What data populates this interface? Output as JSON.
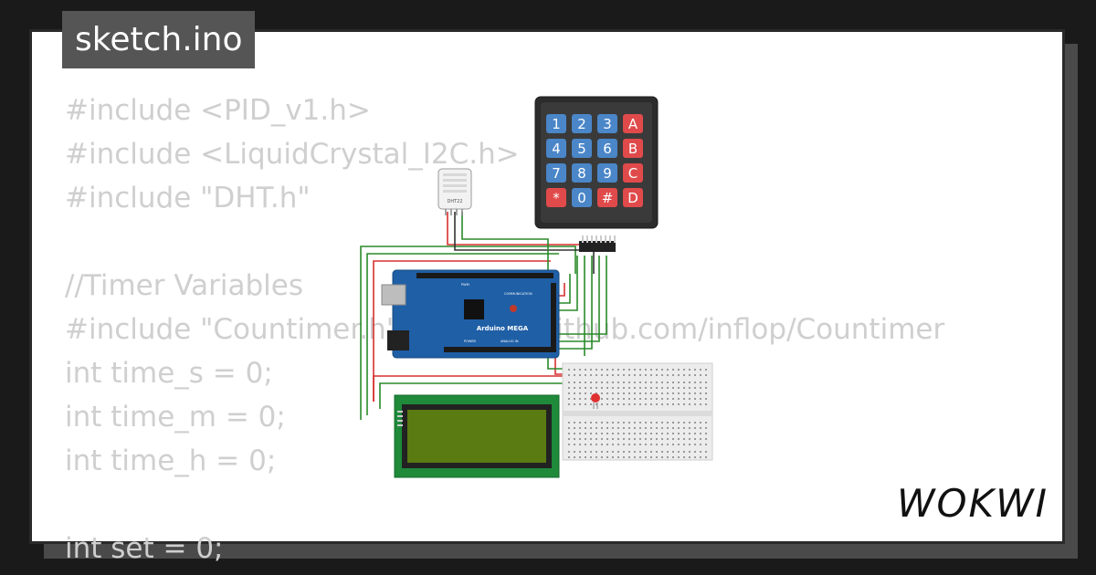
{
  "header": {
    "title": "sketch.ino"
  },
  "code_lines": [
    "#include <PID_v1.h>",
    "#include <LiquidCrystal_I2C.h>",
    "#include \"DHT.h\"",
    "",
    "//Timer Variables",
    "#include \"Countimer.h\"  //https://github.com/inflop/Countimer",
    "int time_s = 0;",
    "int time_m = 0;",
    "int time_h = 0;",
    "",
    "int set = 0;"
  ],
  "keypad": {
    "keys": [
      "1",
      "2",
      "3",
      "A",
      "4",
      "5",
      "6",
      "B",
      "7",
      "8",
      "9",
      "C",
      "*",
      "0",
      "#",
      "D"
    ]
  },
  "board": {
    "label": "Arduino MEGA",
    "sublabel_power": "POWER",
    "sublabel_analog": "ANALOG IN",
    "sublabel_comm": "COMMUNICATION",
    "sublabel_pwm": "PWM"
  },
  "sensor": {
    "label": "DHT22"
  },
  "brand": {
    "logo": "WOKWI"
  },
  "colors": {
    "key_blue": "#4a86c8",
    "key_red": "#e04a4a",
    "board_blue": "#1f5fa6",
    "lcd_green": "#1e8a3a",
    "lcd_screen": "#5a7a12",
    "wire_green": "#2a8a2a",
    "wire_red": "#d83030"
  }
}
